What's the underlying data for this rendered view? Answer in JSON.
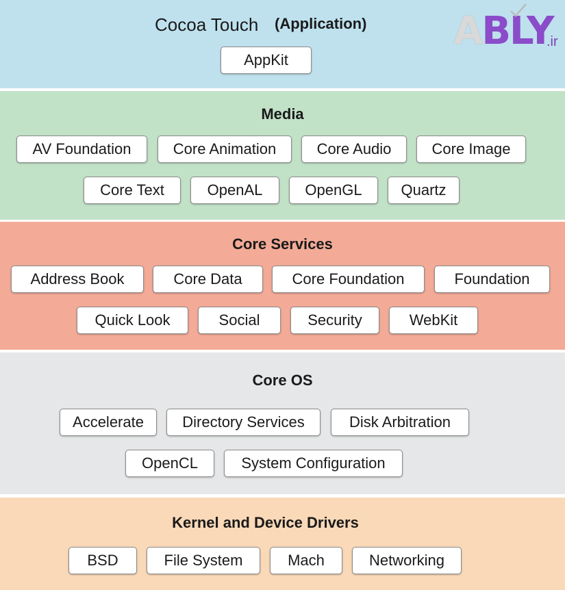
{
  "application": {
    "title": "Cocoa Touch",
    "subtitle": "(Application)",
    "items": [
      "AppKit"
    ]
  },
  "logo": {
    "letters": [
      "A",
      "B",
      "L",
      "Y"
    ],
    "suffix": ".ir",
    "colors": {
      "A": "#d9d9d9",
      "B": "#8a4cc9",
      "L": "#8a4cc9",
      "Y": "#8a4cc9"
    }
  },
  "media": {
    "title": "Media",
    "row1": [
      "AV Foundation",
      "Core Animation",
      "Core Audio",
      "Core Image"
    ],
    "row2": [
      "Core Text",
      "OpenAL",
      "OpenGL",
      "Quartz"
    ]
  },
  "core_services": {
    "title": "Core Services",
    "row1": [
      "Address Book",
      "Core Data",
      "Core Foundation",
      "Foundation"
    ],
    "row2": [
      "Quick Look",
      "Social",
      "Security",
      "WebKit"
    ]
  },
  "core_os": {
    "title": "Core OS",
    "row1": [
      "Accelerate",
      "Directory Services",
      "Disk Arbitration"
    ],
    "row2": [
      "OpenCL",
      "System Configuration"
    ]
  },
  "kernel": {
    "title": "Kernel and Device Drivers",
    "items": [
      "BSD",
      "File System",
      "Mach",
      "Networking"
    ]
  },
  "colors": {
    "application": "#bfe1ee",
    "media": "#c2e2c8",
    "core_services": "#f3ab97",
    "core_os": "#e6e7e8",
    "kernel": "#fad9b8"
  }
}
